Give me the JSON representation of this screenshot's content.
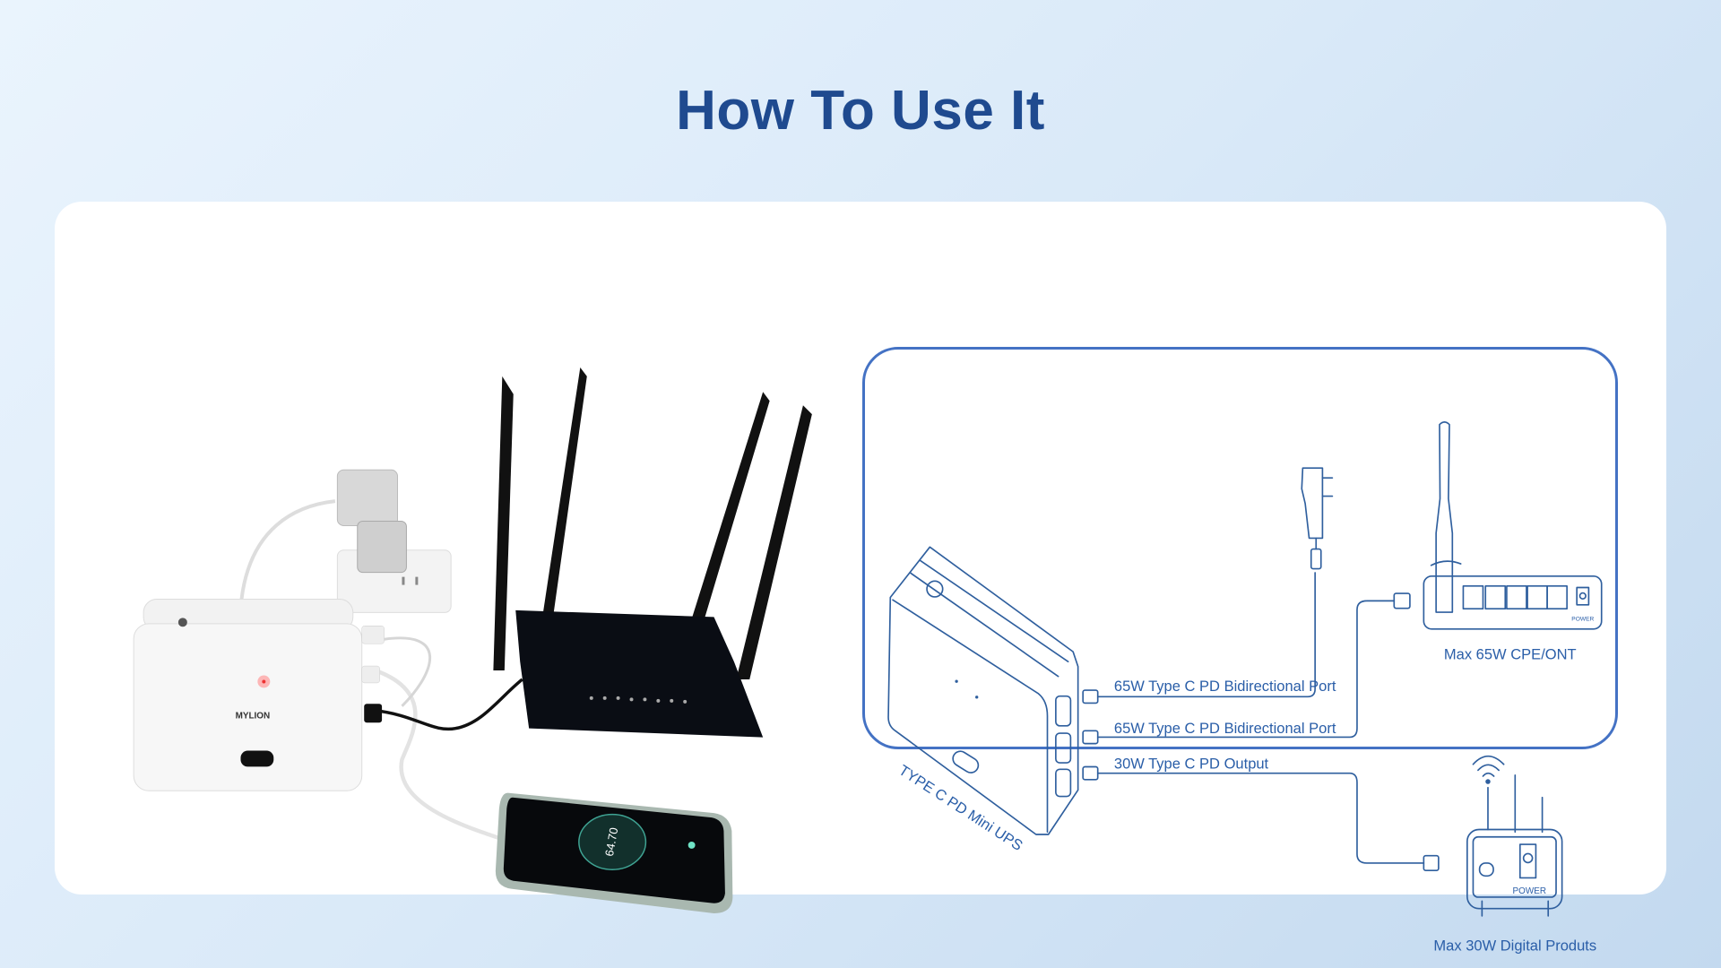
{
  "page": {
    "title": "How To Use It"
  },
  "photo": {
    "brand_label": "MYLION",
    "phone_battery": "64.70"
  },
  "diagram": {
    "device_label": "TYPE C PD Mini UPS",
    "port1_label": "65W Type C PD Bidirectional Port",
    "port2_label": "65W Type C PD Bidirectional Port",
    "port3_label": "30W Type C PD Output",
    "cpe_label": "Max 65W CPE/ONT",
    "cpe_power_label": "POWER",
    "digital_label": "Max 30W Digital Produts",
    "digital_power_label": "POWER"
  },
  "colors": {
    "title": "#1f4a8f",
    "accent": "#4472c4",
    "line": "#2f5f9e"
  }
}
